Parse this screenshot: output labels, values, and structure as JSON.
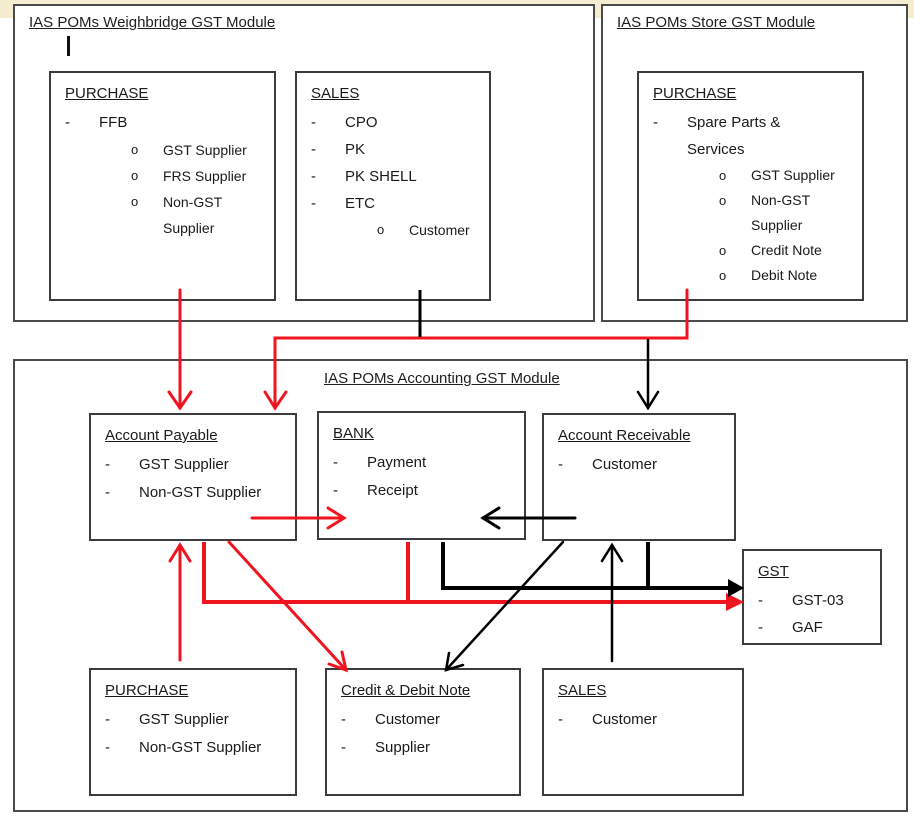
{
  "colors": {
    "red": "#f0141e",
    "black": "#000000",
    "border": "#3c3c3c",
    "page_band": "#f6ecd0"
  },
  "weighbridge": {
    "title": "IAS POMs Weighbridge GST Module",
    "purchase": {
      "title": "PURCHASE",
      "items": [
        {
          "label": "FFB",
          "subitems": [
            "GST Supplier",
            "FRS Supplier",
            "Non-GST",
            "Supplier"
          ]
        }
      ]
    },
    "sales": {
      "title": "SALES",
      "items": [
        "CPO",
        "PK",
        "PK SHELL",
        "ETC"
      ],
      "subitems": [
        "Customer"
      ]
    }
  },
  "store": {
    "title": "IAS POMs Store GST Module",
    "purchase": {
      "title": "PURCHASE",
      "item_line1": "Spare Parts &",
      "item_line2": "Services",
      "subitems": [
        "GST Supplier",
        "Non-GST",
        "Supplier",
        "Credit Note",
        "Debit Note"
      ]
    }
  },
  "accounting": {
    "title": "IAS POMs Accounting GST Module",
    "account_payable": {
      "title": "Account Payable",
      "items": [
        "GST Supplier",
        "Non-GST Supplier"
      ]
    },
    "bank": {
      "title": "BANK",
      "items": [
        "Payment",
        "Receipt"
      ]
    },
    "account_receivable": {
      "title": "Account Receivable",
      "items": [
        "Customer"
      ]
    },
    "gst": {
      "title": "GST",
      "items": [
        "GST-03",
        "GAF"
      ]
    },
    "purchase": {
      "title": "PURCHASE",
      "items": [
        "GST Supplier",
        "Non-GST Supplier"
      ]
    },
    "credit_debit_note": {
      "title": "Credit & Debit Note",
      "items": [
        "Customer",
        "Supplier"
      ]
    },
    "sales": {
      "title": "SALES",
      "items": [
        "Customer"
      ]
    }
  },
  "bullets": {
    "dash": "-",
    "circle": "o"
  }
}
